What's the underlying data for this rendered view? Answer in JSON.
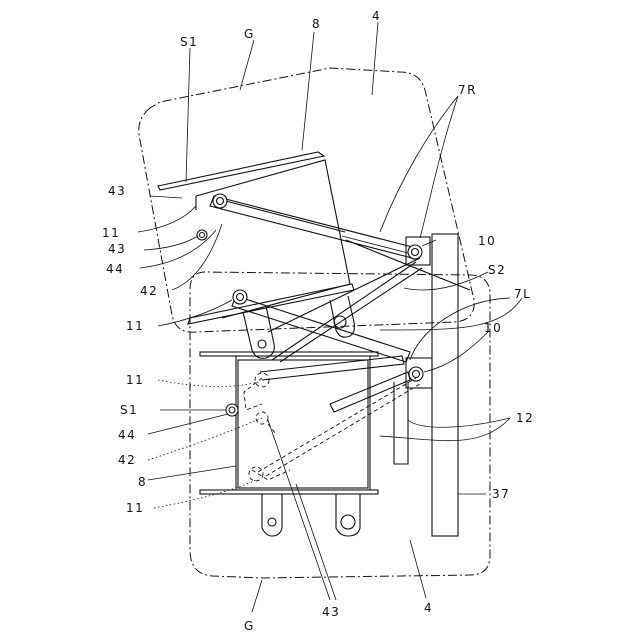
{
  "figure": {
    "labels": {
      "S1_top": "S1",
      "G_top": "G",
      "n8_top": "8",
      "n4_top": "4",
      "n7R": "7R",
      "n43_a": "43",
      "n11_a": "11",
      "n43_b": "43",
      "n44_a": "44",
      "n42_a": "42",
      "n10_a": "10",
      "S2": "S2",
      "n7L": "7L",
      "n11_b": "11",
      "n10_b": "10",
      "n11_c": "11",
      "S1_bottom": "S1",
      "n12": "12",
      "n44_b": "44",
      "n42_b": "42",
      "n8_bottom": "8",
      "n37": "37",
      "n11_d": "11",
      "n43_bottom": "43",
      "n4_bottom": "4",
      "G_bottom": "G"
    }
  }
}
